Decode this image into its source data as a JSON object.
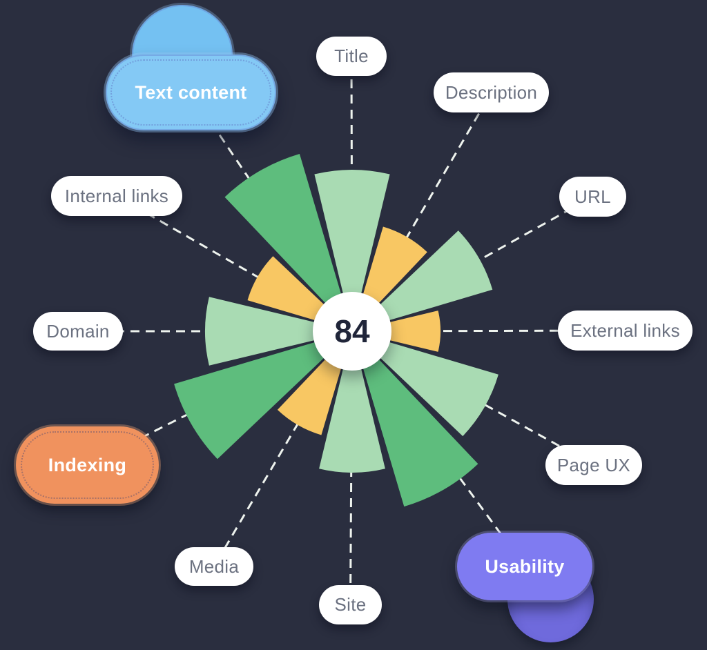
{
  "chart_data": {
    "type": "bar",
    "layout": "polar-radial",
    "center_score": "84",
    "angle_step_deg": 30,
    "wedge_span_deg": 27,
    "grid": false,
    "colors": {
      "background": "#2A2E3F",
      "yellow": "#F8C763",
      "light_green": "#A9DBB3",
      "green": "#5EBD7D",
      "line": "#EEF3EE",
      "pill_bg": "#FFFFFF",
      "pill_text": "#6B7180",
      "score_text": "#202539",
      "blue_label": "#84C9F5",
      "blue_bump": "#74C1F2",
      "orange_label": "#F0925E",
      "purple_label": "#7F7BF1",
      "purple_bump": "#6F6ADC"
    },
    "categories": [
      {
        "label": "Title",
        "radius_px": 234,
        "color": "light_green",
        "label_style": "white-pill"
      },
      {
        "label": "Description",
        "radius_px": 158,
        "color": "yellow",
        "label_style": "white-pill"
      },
      {
        "label": "URL",
        "radius_px": 212,
        "color": "light_green",
        "label_style": "white-pill"
      },
      {
        "label": "External links",
        "radius_px": 128,
        "color": "yellow",
        "label_style": "white-pill"
      },
      {
        "label": "Page UX",
        "radius_px": 221,
        "color": "light_green",
        "label_style": "white-pill"
      },
      {
        "label": "Usability",
        "radius_px": 265,
        "color": "green",
        "label_style": "purple-cloud"
      },
      {
        "label": "Site",
        "radius_px": 205,
        "color": "light_green",
        "label_style": "white-pill"
      },
      {
        "label": "Media",
        "radius_px": 157,
        "color": "yellow",
        "label_style": "white-pill"
      },
      {
        "label": "Indexing",
        "radius_px": 269,
        "color": "green",
        "label_style": "orange-pill"
      },
      {
        "label": "Domain",
        "radius_px": 213,
        "color": "light_green",
        "label_style": "white-pill"
      },
      {
        "label": "Internal links",
        "radius_px": 158,
        "color": "yellow",
        "label_style": "white-pill"
      },
      {
        "label": "Text content",
        "radius_px": 268,
        "color": "green",
        "label_style": "blue-cloud"
      }
    ]
  }
}
